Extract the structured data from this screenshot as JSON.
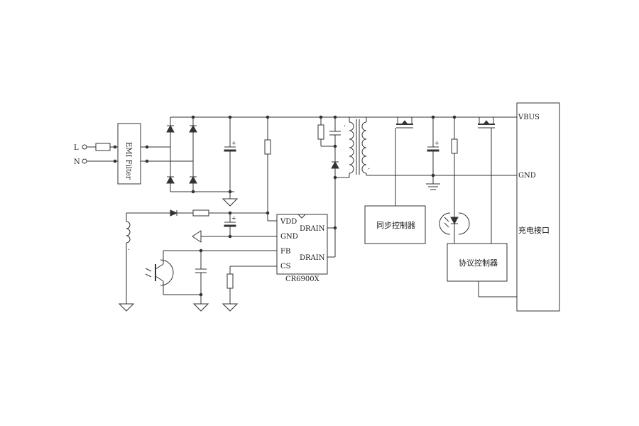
{
  "diagram": {
    "terminals": {
      "line": "L",
      "neutral": "N"
    },
    "emi_filter": {
      "label": "EMI Filter"
    },
    "controller_ic": {
      "part_number": "CR6900X",
      "pins": {
        "vdd": "VDD",
        "gnd": "GND",
        "fb": "FB",
        "cs": "CS",
        "drain_top": "DRAIN",
        "drain_bottom": "DRAIN"
      }
    },
    "output": {
      "vbus": "VBUS",
      "gnd": "GND"
    },
    "blocks": {
      "sync_controller": "同步控制器",
      "protocol_controller": "协议控制器",
      "charging_port": "充电接口"
    },
    "markers": {
      "plus": "+",
      "dot": "."
    }
  }
}
